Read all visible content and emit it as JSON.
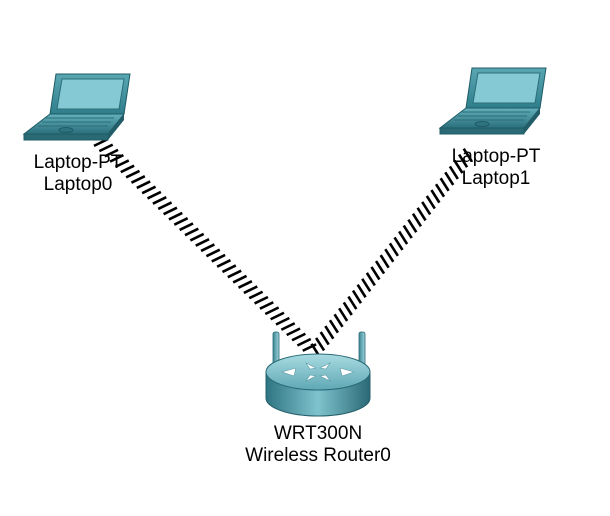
{
  "devices": {
    "laptop0": {
      "model": "Laptop-PT",
      "name": "Laptop0"
    },
    "laptop1": {
      "model": "Laptop-PT",
      "name": "Laptop1"
    },
    "router0": {
      "model": "WRT300N",
      "name": "Wireless Router0"
    }
  },
  "links": [
    {
      "from": "laptop0",
      "to": "router0",
      "type": "wireless"
    },
    {
      "from": "laptop1",
      "to": "router0",
      "type": "wireless"
    }
  ],
  "colors": {
    "device_teal": "#3f8f9e",
    "device_dark": "#2b6f7c",
    "screen": "#7ec4cf",
    "link": "#000000",
    "label": "#000000"
  },
  "icons": {
    "laptop": "laptop-icon",
    "router": "wireless-router-icon"
  }
}
